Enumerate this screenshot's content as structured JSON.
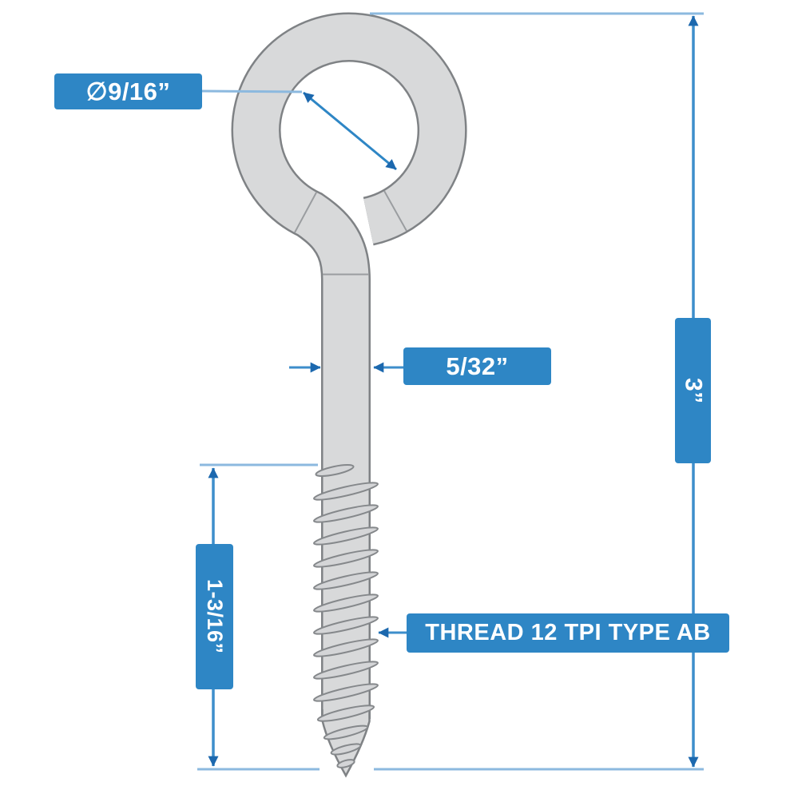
{
  "diagram": {
    "subject": "eye-screw-with-lag-thread-dimension-drawing",
    "labels": {
      "eye_diameter": "∅9/16”",
      "shank_diameter": "5/32”",
      "overall_length": "3”",
      "thread_length": "1-3/16”",
      "thread_spec": "THREAD 12 TPI TYPE AB"
    },
    "colors": {
      "label_background": "#2e86c5",
      "label_text": "#ffffff",
      "dimension_line": "#3d8ecb",
      "extension_line": "#8cb9df",
      "arrowhead": "#1c68ae",
      "part_fill": "#d8d9da",
      "part_outline": "#7f8285"
    }
  }
}
